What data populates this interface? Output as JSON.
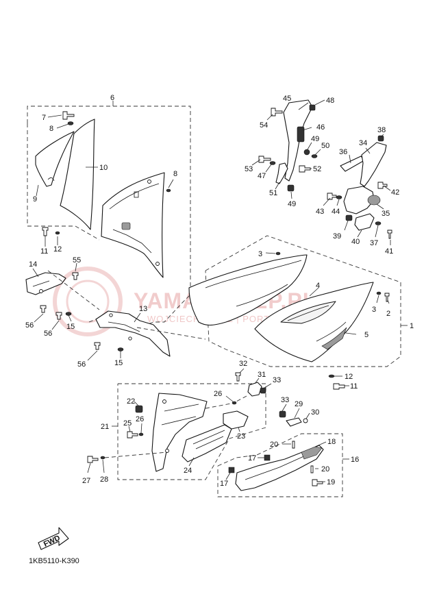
{
  "diagram": {
    "code": "1KB5110-K390",
    "fwd_label": "FWD",
    "watermark": {
      "title": "YAMA-SKLEP.PL",
      "subtitle": "WOJCIECHOWICZ | PORTAL YAMAHA"
    },
    "callouts": {
      "n1": "1",
      "n2": "2",
      "n3a": "3",
      "n3b": "3",
      "n4": "4",
      "n5": "5",
      "n6": "6",
      "n7": "7",
      "n8a": "8",
      "n8b": "8",
      "n9": "9",
      "n10": "10",
      "n11a": "11",
      "n11b": "11",
      "n12a": "12",
      "n12b": "12",
      "n13": "13",
      "n14": "14",
      "n15a": "15",
      "n15b": "15",
      "n16": "16",
      "n17a": "17",
      "n17b": "17",
      "n18": "18",
      "n19": "19",
      "n20a": "20",
      "n20b": "20",
      "n21": "21",
      "n22": "22",
      "n23": "23",
      "n24": "24",
      "n25": "25",
      "n26a": "26",
      "n26b": "26",
      "n27": "27",
      "n28": "28",
      "n29": "29",
      "n30": "30",
      "n31": "31",
      "n32": "32",
      "n33a": "33",
      "n33b": "33",
      "n34": "34",
      "n35": "35",
      "n36": "36",
      "n37": "37",
      "n38": "38",
      "n39": "39",
      "n40": "40",
      "n41": "41",
      "n42": "42",
      "n43": "43",
      "n44": "44",
      "n45": "45",
      "n46": "46",
      "n47": "47",
      "n48": "48",
      "n49a": "49",
      "n49b": "49",
      "n50": "50",
      "n51": "51",
      "n52": "52",
      "n53": "53",
      "n54": "54",
      "n55": "55",
      "n56a": "56",
      "n56b": "56",
      "n56c": "56"
    }
  }
}
